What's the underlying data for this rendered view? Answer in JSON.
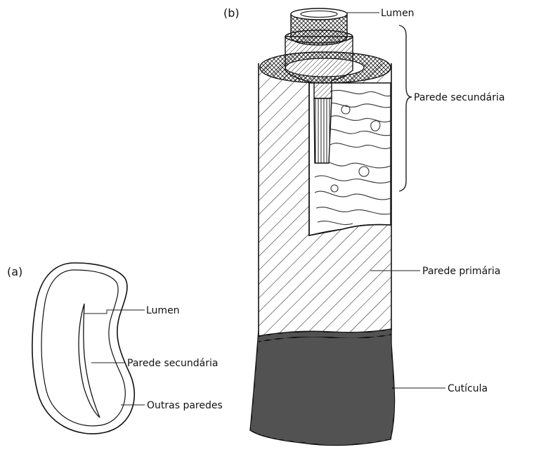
{
  "panel_a": {
    "tag": "(a)",
    "labels": {
      "lumen": "Lumen",
      "secondary_wall": "Parede secundária",
      "other_walls": "Outras paredes"
    }
  },
  "panel_b": {
    "tag": "(b)",
    "labels": {
      "lumen": "Lumen",
      "secondary_wall": "Parede secundária",
      "primary_wall": "Parede primária",
      "cuticle": "Cutícula"
    }
  }
}
